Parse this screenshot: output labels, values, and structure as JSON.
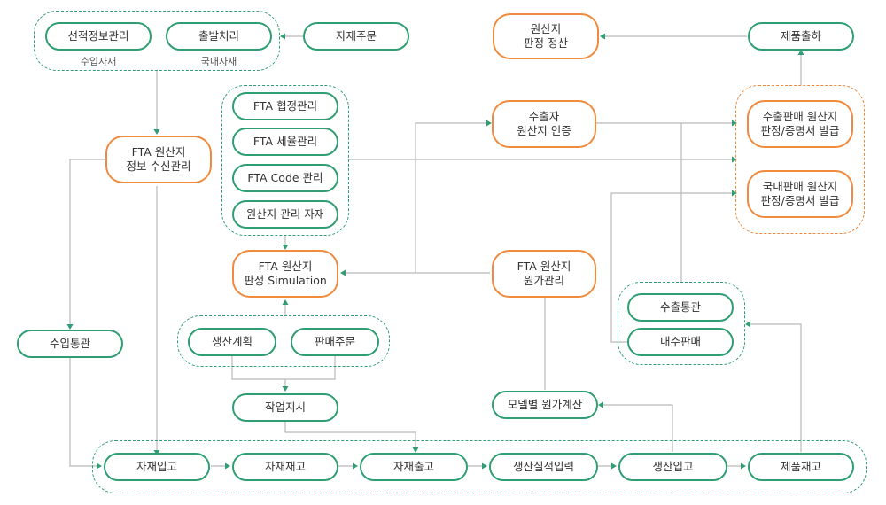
{
  "colors": {
    "green": "#2f9e73",
    "orange": "#f08a3c",
    "line": "#b9b9b9",
    "arrow_green": "#2f9e73"
  },
  "nodes": {
    "seonjeok": "선적정보관리",
    "chulbal": "출발처리",
    "jajae_jumun": "자재주문",
    "origin_settle": "원산지\n판정 정산",
    "product_ship": "제품출하",
    "fta_info": "FTA 원산지\n정보 수신관리",
    "fta_agreement": "FTA 협정관리",
    "fta_tariff": "FTA 세율관리",
    "fta_code": "FTA Code 관리",
    "origin_material": "원산지 관리 자재",
    "exporter_cert": "수출자\n원산지 인증",
    "export_sale_cert": "수출판매 원산지\n판정/증명서 발급",
    "domestic_sale_cert": "국내판매 원산지\n판정/증명서 발급",
    "fta_sim": "FTA 원산지\n판정 Simulation",
    "fta_cost": "FTA 원산지\n원가관리",
    "export_customs": "수출통관",
    "domestic_sale": "내수판매",
    "import_customs": "수입통관",
    "prod_plan": "생산계획",
    "sales_order": "판매주문",
    "work_order": "작업지시",
    "model_cost": "모델별 원가계산",
    "mat_in": "자재입고",
    "mat_stock": "자재재고",
    "mat_out": "자재출고",
    "prod_result": "생산실적입력",
    "prod_in": "생산입고",
    "prod_stock": "제품재고"
  },
  "captions": {
    "import_material": "수입자재",
    "domestic_material": "국내자재"
  }
}
